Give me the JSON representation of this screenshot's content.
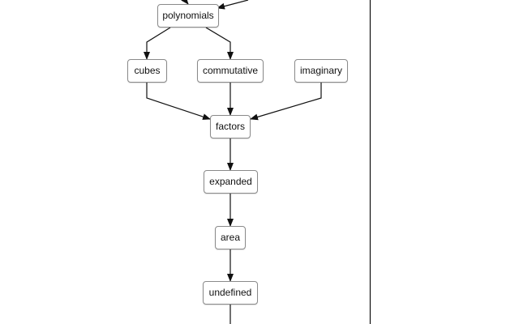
{
  "diagram": {
    "nodes": {
      "polynomials": "polynomials",
      "cubes": "cubes",
      "commutative": "commutative",
      "imaginary": "imaginary",
      "factors": "factors",
      "expanded": "expanded",
      "area": "area",
      "undefined": "undefined"
    },
    "edges": [
      [
        "polynomials",
        "cubes"
      ],
      [
        "polynomials",
        "commutative"
      ],
      [
        "cubes",
        "factors"
      ],
      [
        "commutative",
        "factors"
      ],
      [
        "imaginary",
        "factors"
      ],
      [
        "factors",
        "expanded"
      ],
      [
        "expanded",
        "area"
      ],
      [
        "area",
        "undefined"
      ]
    ],
    "colors": {
      "edge": "#111111",
      "node_border": "#8a8a8a",
      "divider": "#111111"
    }
  }
}
